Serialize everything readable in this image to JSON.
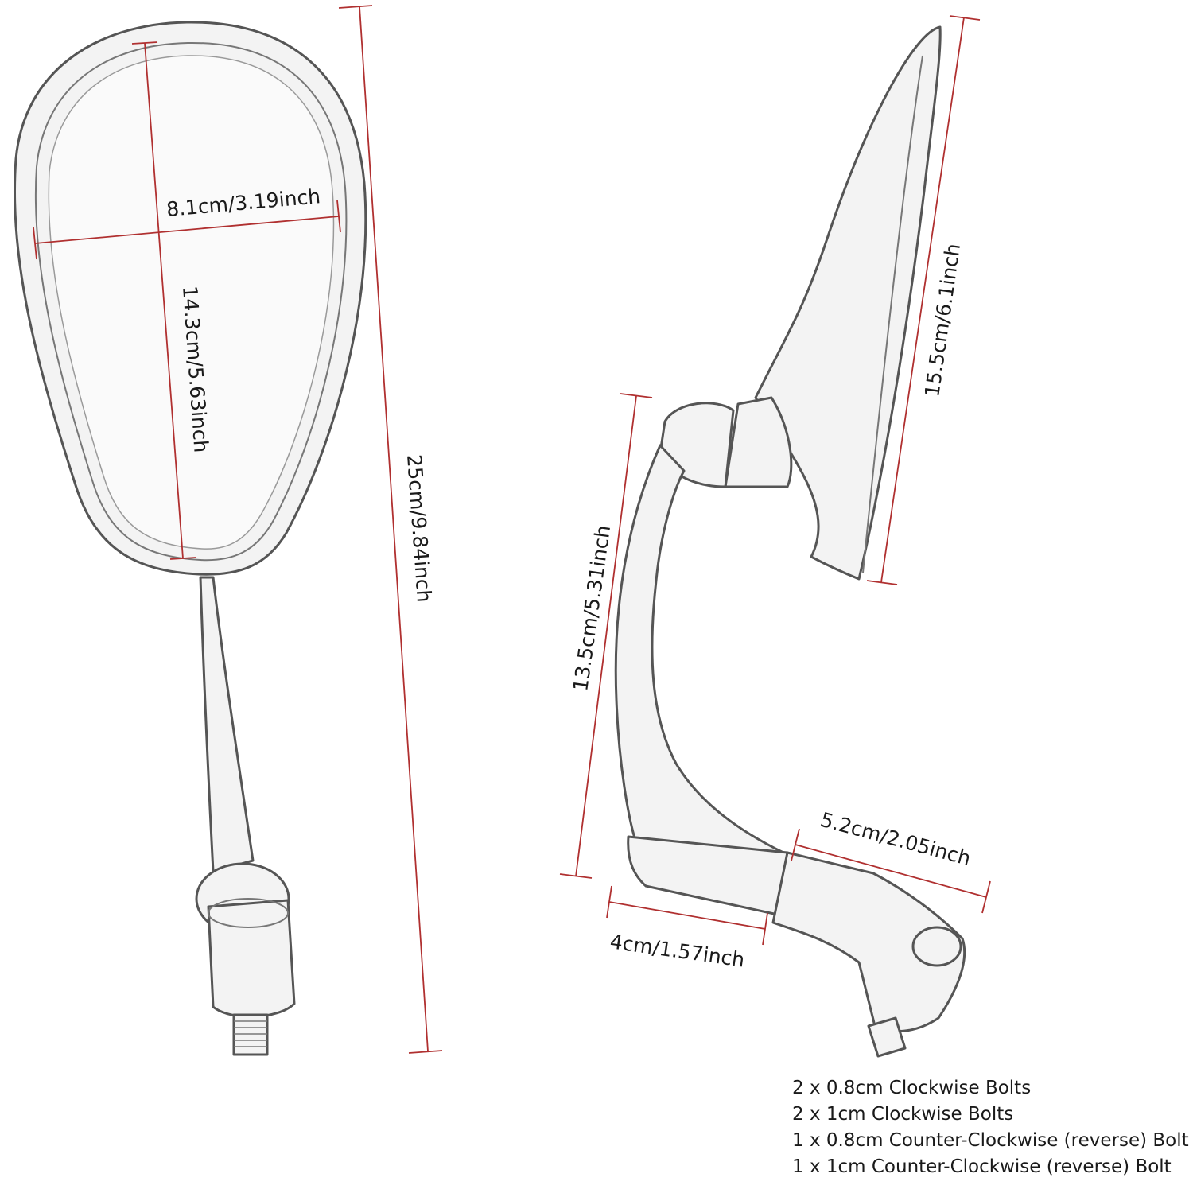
{
  "dimensions": {
    "mirror_width": "8.1cm/3.19inch",
    "mirror_height": "14.3cm/5.63inch",
    "total_length": "25cm/9.84inch",
    "head_length": "15.5cm/6.1inch",
    "arm_height": "13.5cm/5.31inch",
    "clamp_length": "5.2cm/2.05inch",
    "base_length": "4cm/1.57inch"
  },
  "bolts": [
    "2 x 0.8cm Clockwise Bolts",
    "2 x 1cm Clockwise Bolts",
    "1 x 0.8cm Counter-Clockwise (reverse) Bolt",
    "1 x 1cm Counter-Clockwise (reverse) Bolt"
  ],
  "colors": {
    "dimension_line": "#b03030",
    "outline": "#555555",
    "text": "#1a1a1a"
  }
}
